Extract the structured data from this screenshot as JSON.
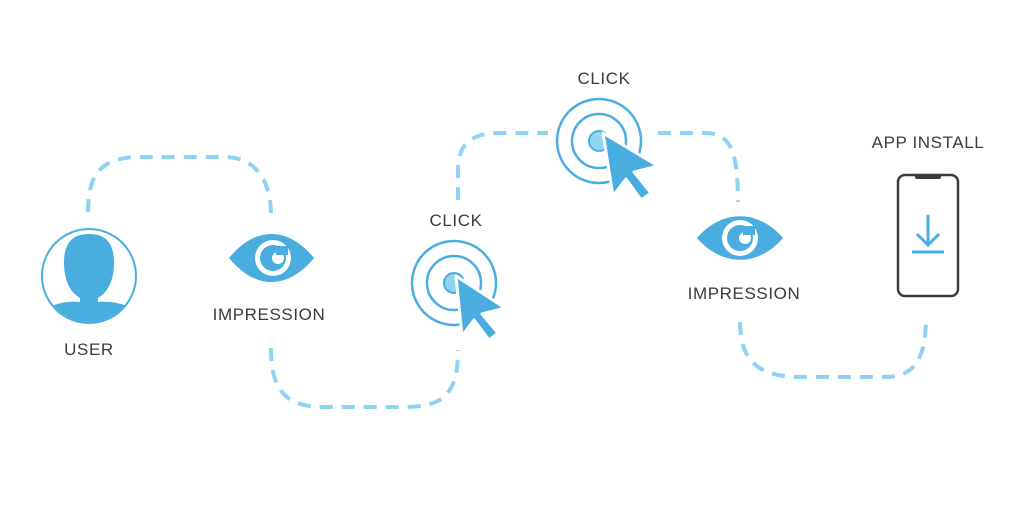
{
  "steps": [
    {
      "id": "user",
      "label": "USER",
      "icon": "user-avatar-icon"
    },
    {
      "id": "impression-1",
      "label": "IMPRESSION",
      "icon": "eye-icon"
    },
    {
      "id": "click-1",
      "label": "CLICK",
      "icon": "target-cursor-icon"
    },
    {
      "id": "click-2",
      "label": "CLICK",
      "icon": "target-cursor-icon"
    },
    {
      "id": "impression-2",
      "label": "IMPRESSION",
      "icon": "eye-icon"
    },
    {
      "id": "app-install",
      "label": "APP INSTALL",
      "icon": "phone-download-icon"
    }
  ],
  "colors": {
    "accent": "#4aade0",
    "accent_light": "#8ed5f0",
    "path": "#8fd3f2",
    "phone": "#3c3c3c",
    "text": "#3b3b3b"
  }
}
